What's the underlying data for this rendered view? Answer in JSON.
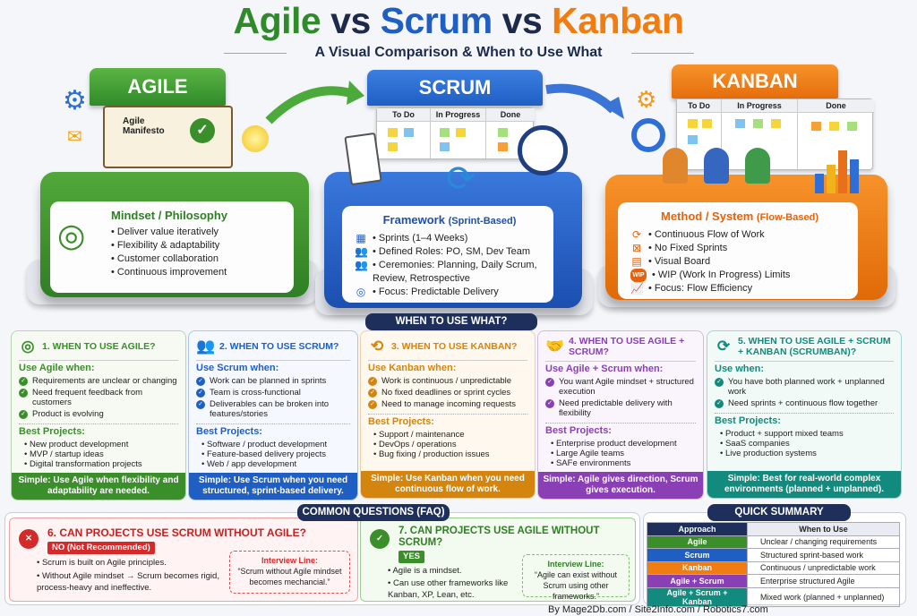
{
  "title": {
    "agile": "Agile",
    "vs1": " vs ",
    "scrum": "Scrum",
    "vs2": " vs ",
    "kanban": "Kanban"
  },
  "subtitle": "A Visual Comparison & When to Use What",
  "colors": {
    "agile": "#3a8f2a",
    "scrum": "#1f5fc4",
    "kanban": "#f07d12",
    "combo": "#8a3fb5",
    "scrumban": "#138a7e",
    "navy": "#1f2f5c",
    "red": "#d42a2a"
  },
  "agile": {
    "label": "AGILE",
    "book": "Agile Manifesto",
    "heading": "Mindset / Philosophy",
    "bullets": [
      "Deliver value iteratively",
      "Flexibility & adaptability",
      "Customer collaboration",
      "Continuous improvement"
    ]
  },
  "scrum": {
    "label": "SCRUM",
    "board": [
      "To Do",
      "In Progress",
      "Done"
    ],
    "heading": "Framework",
    "heading_sub": "(Sprint-Based)",
    "bullets": [
      "Sprints (1–4 Weeks)",
      "Defined Roles: PO, SM, Dev Team",
      "Ceremonies: Planning, Daily Scrum, Review, Retrospective",
      "Focus: Predictable Delivery"
    ]
  },
  "kanban": {
    "label": "KANBAN",
    "board": [
      "To Do",
      "In Progress",
      "Done"
    ],
    "heading": "Method / System",
    "heading_sub": "(Flow-Based)",
    "wip": "WIP",
    "bullets": [
      "Continuous Flow of Work",
      "No Fixed Sprints",
      "Visual Board",
      "WIP (Work In Progress) Limits",
      "Focus: Flow Efficiency"
    ]
  },
  "when_badge": "WHEN TO USE WHAT?",
  "cards": [
    {
      "title": "1. WHEN TO USE AGILE?",
      "use": "Use Agile when:",
      "checks": [
        "Requirements are unclear or changing",
        "Need frequent feedback from customers",
        "Product is evolving"
      ],
      "best": "Best Projects:",
      "projects": [
        "New product development",
        "MVP / startup ideas",
        "Digital transformation projects"
      ],
      "simple": "Simple: Use Agile when flexibility and adaptability are needed."
    },
    {
      "title": "2. WHEN TO USE SCRUM?",
      "use": "Use Scrum when:",
      "checks": [
        "Work can be planned in sprints",
        "Team is cross-functional",
        "Deliverables can be broken into features/stories"
      ],
      "best": "Best Projects:",
      "projects": [
        "Software / product development",
        "Feature-based delivery projects",
        "Web / app development"
      ],
      "simple": "Simple: Use Scrum when you need structured, sprint-based delivery."
    },
    {
      "title": "3. WHEN TO USE KANBAN?",
      "use": "Use Kanban when:",
      "checks": [
        "Work is continuous / unpredictable",
        "No fixed deadlines or sprint cycles",
        "Need to manage incoming requests"
      ],
      "best": "Best Projects:",
      "projects": [
        "Support / maintenance",
        "DevOps / operations",
        "Bug fixing / production issues"
      ],
      "simple": "Simple: Use Kanban when you need continuous flow of work."
    },
    {
      "title": "4. WHEN TO USE AGILE + SCRUM?",
      "use": "Use Agile + Scrum when:",
      "checks": [
        "You want Agile mindset + structured execution",
        "Need predictable delivery with flexibility"
      ],
      "best": "Best Projects:",
      "projects": [
        "Enterprise product development",
        "Large Agile teams",
        "SAFe environments"
      ],
      "simple": "Simple: Agile gives direction, Scrum gives execution."
    },
    {
      "title": "5. WHEN TO USE AGILE + SCRUM + KANBAN (SCRUMBAN)?",
      "use": "Use when:",
      "checks": [
        "You have both planned work + unplanned work",
        "Need sprints + continuous flow together"
      ],
      "best": "Best Projects:",
      "projects": [
        "Product + support mixed teams",
        "SaaS companies",
        "Live production systems"
      ],
      "simple": "Simple: Best for real-world complex environments (planned + unplanned)."
    }
  ],
  "faq_badge": "COMMON QUESTIONS (FAQ)",
  "faq": [
    {
      "title": "6. CAN PROJECTS USE SCRUM WITHOUT AGILE?",
      "answer": "NO (Not Recommended)",
      "bullets": [
        "Scrum is built on Agile principles.",
        "Without Agile mindset → Scrum becomes rigid, process-heavy and ineffective."
      ],
      "iv_label": "Interview Line:",
      "iv_text": "“Scrum without Agile mindset becomes mechancial.”"
    },
    {
      "title": "7. CAN PROJECTS USE AGILE WITHOUT SCRUM?",
      "answer": "YES",
      "bullets": [
        "Agile is a mindset.",
        "Can use other frameworks like Kanban, XP, Lean, etc."
      ],
      "iv_label": "Interview Line:",
      "iv_text": "“Agile can exist without Scrum using other frameworks.”"
    }
  ],
  "summary": {
    "badge": "QUICK SUMMARY",
    "headers": [
      "Approach",
      "When to Use"
    ],
    "rows": [
      [
        "Agile",
        "Unclear / changing requirements"
      ],
      [
        "Scrum",
        "Structured sprint-based work"
      ],
      [
        "Kanban",
        "Continuous / unpredictable work"
      ],
      [
        "Agile + Scrum",
        "Enterprise structured Agile"
      ],
      [
        "Agile + Scrum + Kanban",
        "Mixed work (planned + unplanned)"
      ]
    ]
  },
  "footer": "By Mage2Db.com /  Site2Info.com / Robotics7.com"
}
